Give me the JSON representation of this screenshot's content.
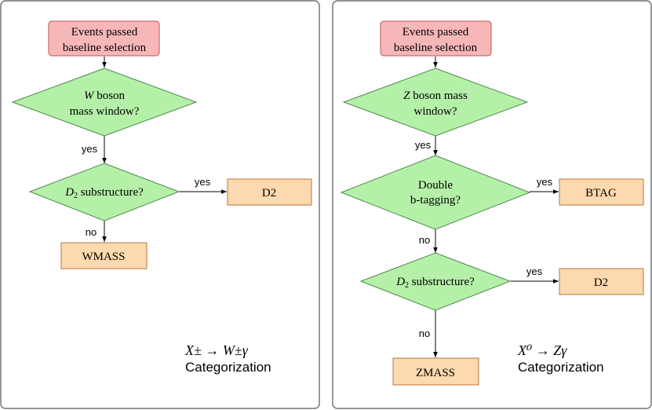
{
  "colors": {
    "start_fill": "#f7b7b9",
    "start_stroke": "#c0504d",
    "decision_fill": "#b5f0a8",
    "decision_stroke": "#4d8a4d",
    "category_fill": "#fcd9ae",
    "category_stroke": "#b8763d",
    "panel_stroke": "#555555",
    "arrow": "#000000"
  },
  "left": {
    "start": {
      "line1": "Events passed",
      "line2": "baseline selection"
    },
    "decision_mass": {
      "var": "W",
      "line1_rest": " boson",
      "line2": "mass window?"
    },
    "edge_mass_yes": "yes",
    "decision_d2": {
      "var": "D",
      "sub": "2",
      "rest": " substructure?"
    },
    "edge_d2_yes": "yes",
    "edge_d2_no": "no",
    "category_d2": "D2",
    "category_mass": "WMASS",
    "channel": {
      "formula": "X± → W±γ",
      "label": "Categorization"
    }
  },
  "right": {
    "start": {
      "line1": "Events passed",
      "line2": "baseline selection"
    },
    "decision_mass": {
      "var": "Z",
      "line1_rest": " boson mass",
      "line2": "window?"
    },
    "edge_mass_yes": "yes",
    "decision_btag": {
      "line1": "Double",
      "line2": "b-tagging?"
    },
    "edge_btag_yes": "yes",
    "edge_btag_no": "no",
    "decision_d2": {
      "var": "D",
      "sub": "2",
      "rest": " substructure?"
    },
    "edge_d2_yes": "yes",
    "edge_d2_no": "no",
    "category_btag": "BTAG",
    "category_d2": "D2",
    "category_mass": "ZMASS",
    "channel": {
      "formula": "X⁰ → Zγ",
      "label": "Categorization"
    }
  }
}
